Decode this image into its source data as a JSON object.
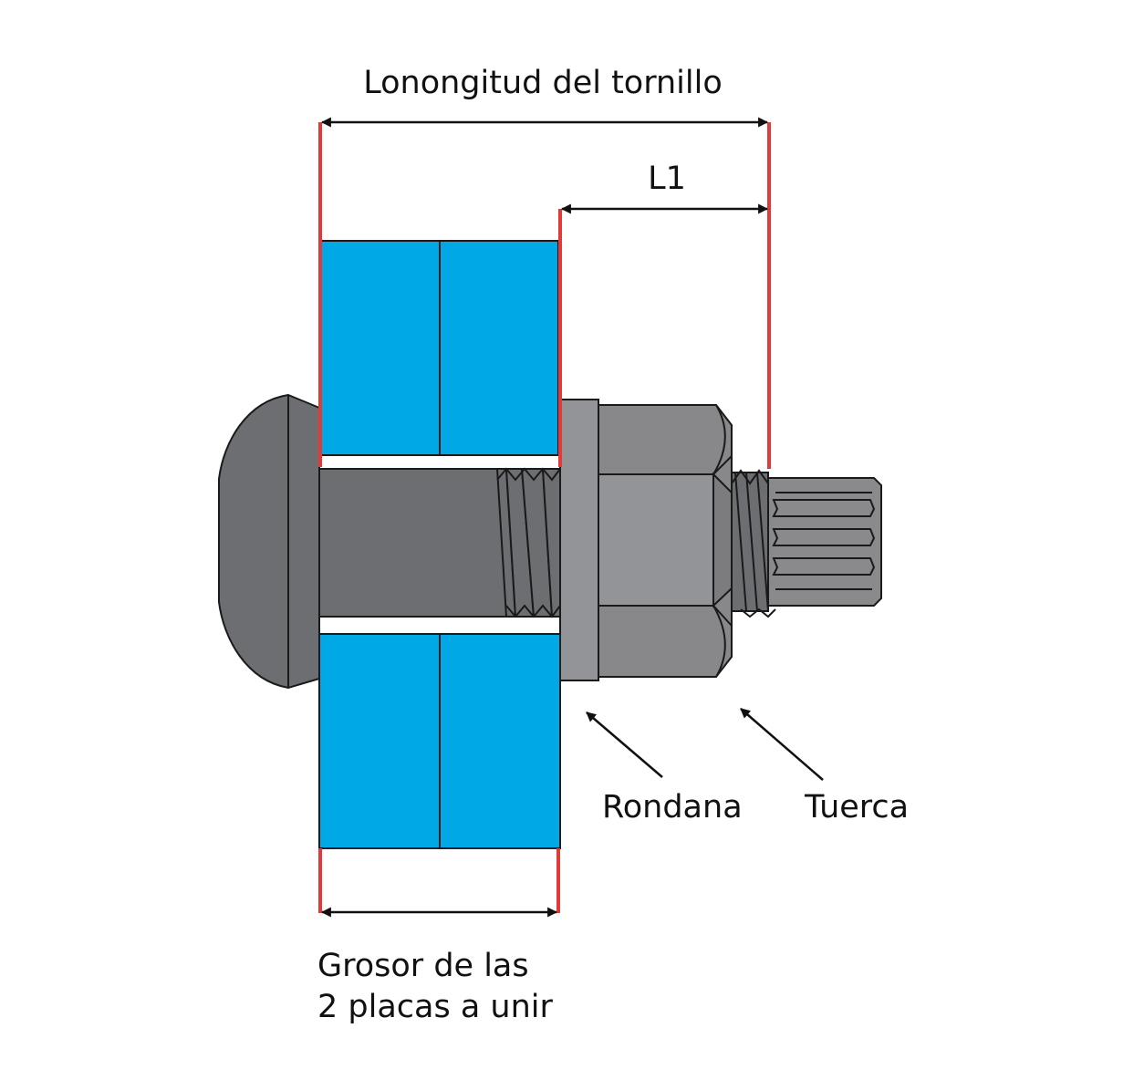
{
  "labels": {
    "bolt_length": "Lonongitud del tornillo",
    "l1": "L1",
    "washer": "Rondana",
    "nut": "Tuerca",
    "plates_line1": "Grosor de las",
    "plates_line2": "2 placas a unir"
  },
  "colors": {
    "plate": "#00a9e6",
    "shank": "#6d6e71",
    "head": "#6d6e71",
    "washer": "#939497",
    "nut": "#88888b",
    "tip": "#8a8a8d",
    "dimension_line": "#e03a3a",
    "outline": "#1a1a1a"
  },
  "icons": [
    "arrow-icon"
  ]
}
